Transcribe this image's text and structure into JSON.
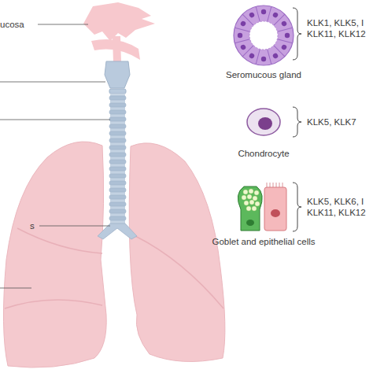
{
  "diagram": {
    "labels": [
      "ucosa",
      "KLK1, KLK5, I KLK11, KLK12",
      "Seromucous gland",
      "KLK5, KLK7",
      "Chondrocyte",
      "KLK5, KLK6, I KLK11, KLK12",
      "s",
      "Goblet and epithelial cells"
    ]
  }
}
